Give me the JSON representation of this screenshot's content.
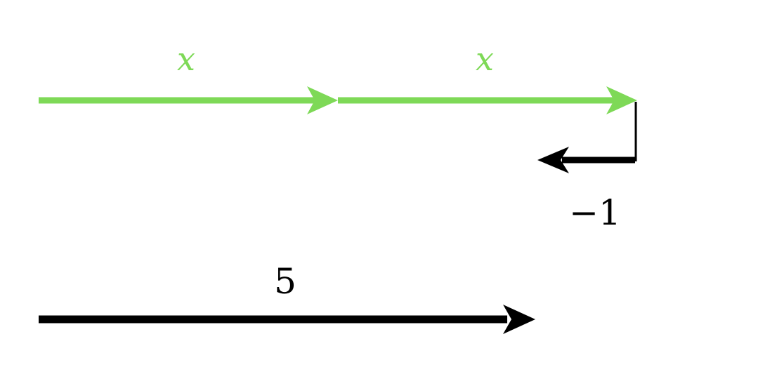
{
  "diagram": {
    "labels": {
      "segment1": "x",
      "segment2": "x",
      "offset": "−1",
      "total": "5"
    },
    "colors": {
      "variable_arrow": "#7ED957",
      "constant_arrow": "#000000",
      "connector": "#000000"
    }
  }
}
